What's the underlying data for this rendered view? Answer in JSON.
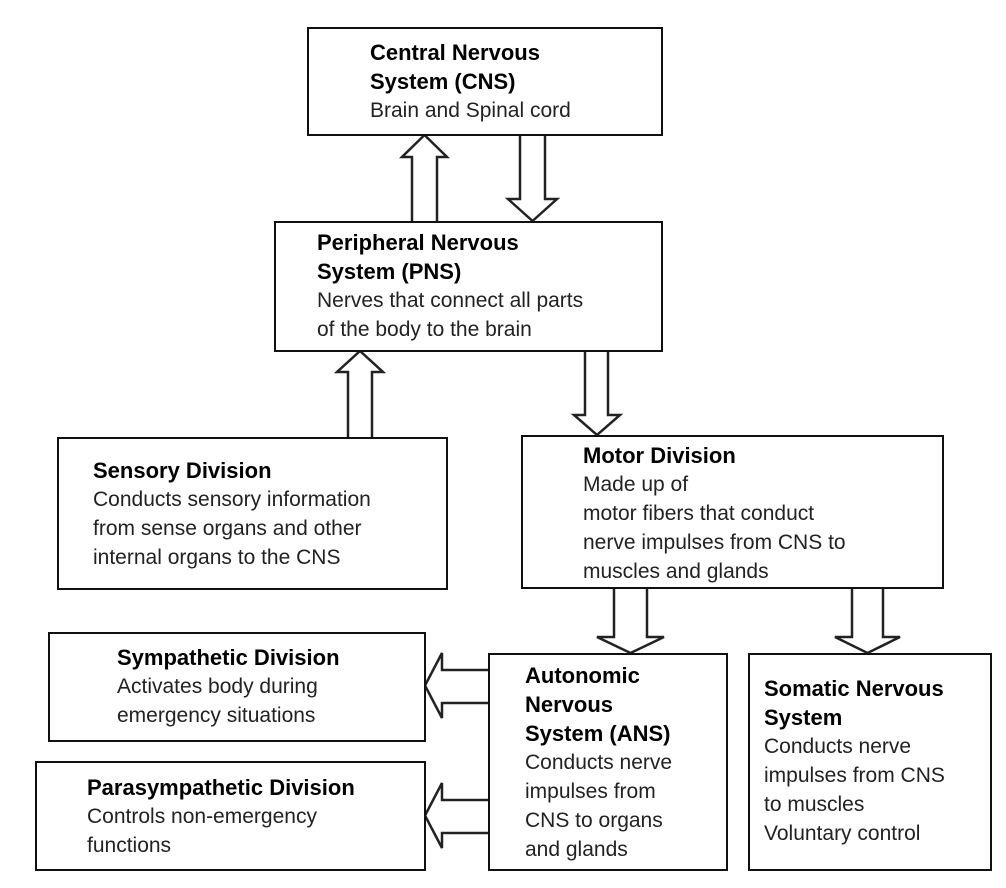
{
  "nodes": {
    "cns": {
      "title": [
        "Central Nervous",
        "System (CNS)"
      ],
      "desc": [
        "Brain and Spinal cord"
      ]
    },
    "pns": {
      "title": [
        "Peripheral Nervous",
        "System (PNS)"
      ],
      "desc": [
        "Nerves that connect all parts",
        "of the body to the brain"
      ]
    },
    "sensory": {
      "title": [
        "Sensory Division"
      ],
      "desc": [
        "Conducts sensory information",
        "from sense organs and other",
        "internal organs to the CNS"
      ]
    },
    "motor": {
      "title": [
        "Motor Division"
      ],
      "desc": [
        "Made up of",
        "motor fibers that conduct",
        "nerve impulses from CNS to",
        "muscles and glands"
      ]
    },
    "sympathetic": {
      "title": [
        "Sympathetic Division"
      ],
      "desc": [
        "Activates body during",
        "emergency situations"
      ]
    },
    "parasympathetic": {
      "title": [
        "Parasympathetic Division"
      ],
      "desc": [
        "Controls non-emergency",
        "functions"
      ]
    },
    "ans": {
      "title": [
        "Autonomic",
        "Nervous",
        "System (ANS)"
      ],
      "desc": [
        "Conducts nerve",
        "impulses from",
        "CNS to organs",
        "and glands"
      ]
    },
    "somatic": {
      "title": [
        "Somatic Nervous",
        "System"
      ],
      "desc": [
        "Conducts nerve",
        "impulses from CNS",
        "to muscles",
        "Voluntary control"
      ]
    }
  },
  "edges": [
    {
      "from": "pns",
      "to": "cns"
    },
    {
      "from": "cns",
      "to": "pns"
    },
    {
      "from": "sensory",
      "to": "pns"
    },
    {
      "from": "pns",
      "to": "motor"
    },
    {
      "from": "motor",
      "to": "ans"
    },
    {
      "from": "motor",
      "to": "somatic"
    },
    {
      "from": "ans",
      "to": "sympathetic"
    },
    {
      "from": "ans",
      "to": "parasympathetic"
    }
  ]
}
